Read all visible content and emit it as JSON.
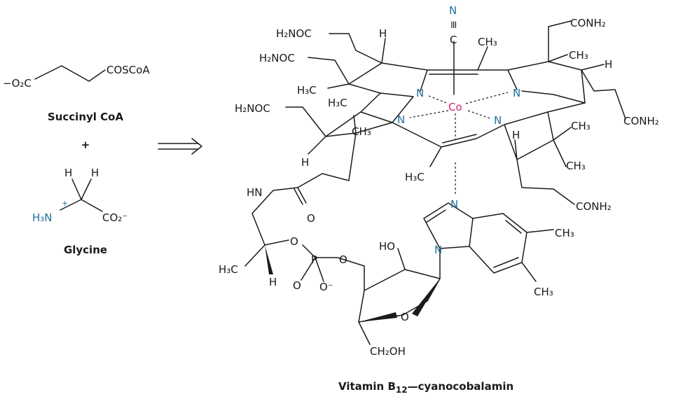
{
  "succinyl": {
    "carboxylate": "−O₂C",
    "thioester": "COSCoA",
    "name": "Succinyl CoA"
  },
  "plus": "+",
  "glycine": {
    "h1": "H",
    "h2": "H",
    "charge": "+",
    "amine": "H₃N",
    "carboxylate": "CO₂⁻",
    "name": "Glycine"
  },
  "arrow": "⟹",
  "b12": {
    "cobalt": "Co",
    "nitrogen": "N",
    "carbon": "C",
    "triple_bond": "≡",
    "hydrogen": "H",
    "methyl": "CH₃",
    "methyl_left": "H₃C",
    "amide": "CONH₂",
    "amide_left": "H₂NOC",
    "amide_nh": "HN",
    "oxygen": "O",
    "phosphorus": "P",
    "phosphate_o_minus": "O⁻",
    "hydroxyl": "HO",
    "hydroxymethyl": "CH₂OH",
    "caption_main": "Vitamin B",
    "caption_sub": "12",
    "caption_rest": "—cyanocobalamin"
  }
}
